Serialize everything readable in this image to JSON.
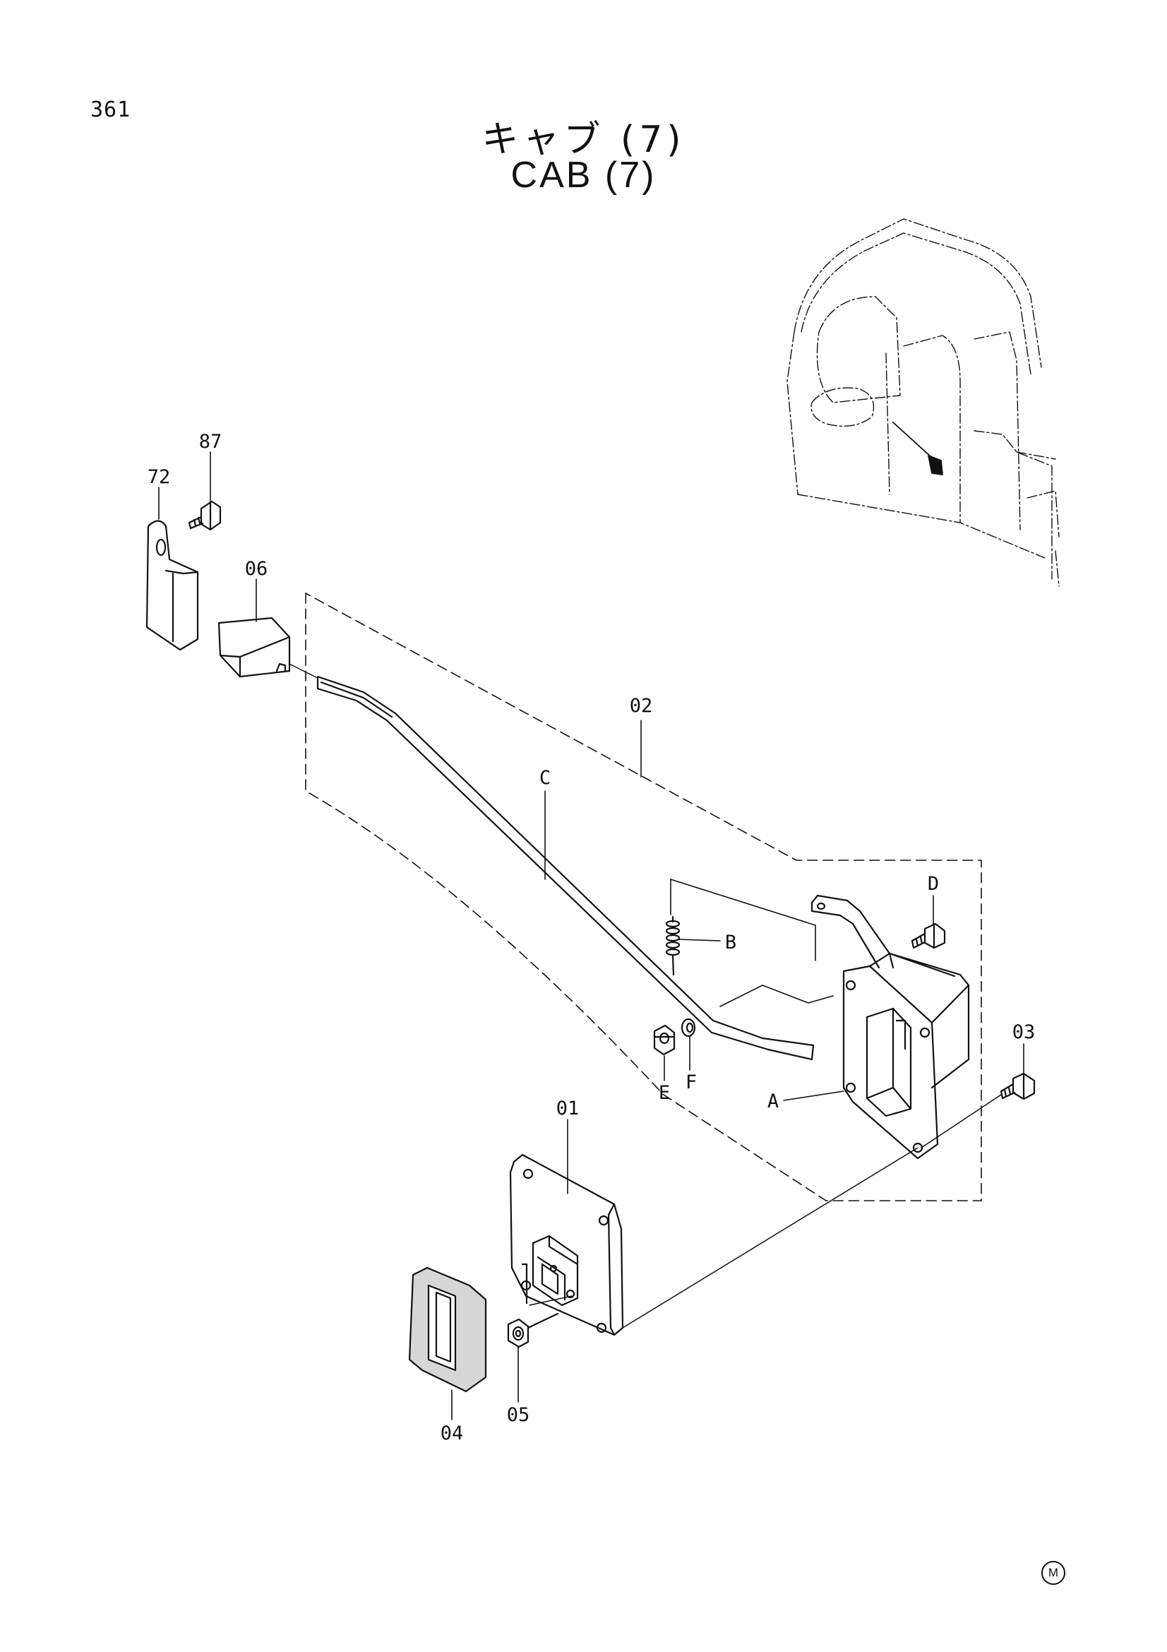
{
  "page": {
    "number": "361"
  },
  "title": {
    "jp": "キャブ (7)",
    "en": "CAB (7)"
  },
  "callouts": {
    "p87": "87",
    "p72": "72",
    "p06": "06",
    "p02": "02",
    "C": "C",
    "D": "D",
    "B": "B",
    "p03": "03",
    "E": "E",
    "F": "F",
    "A": "A",
    "p01": "01",
    "p04": "04",
    "p05": "05"
  },
  "corner_mark": "M"
}
